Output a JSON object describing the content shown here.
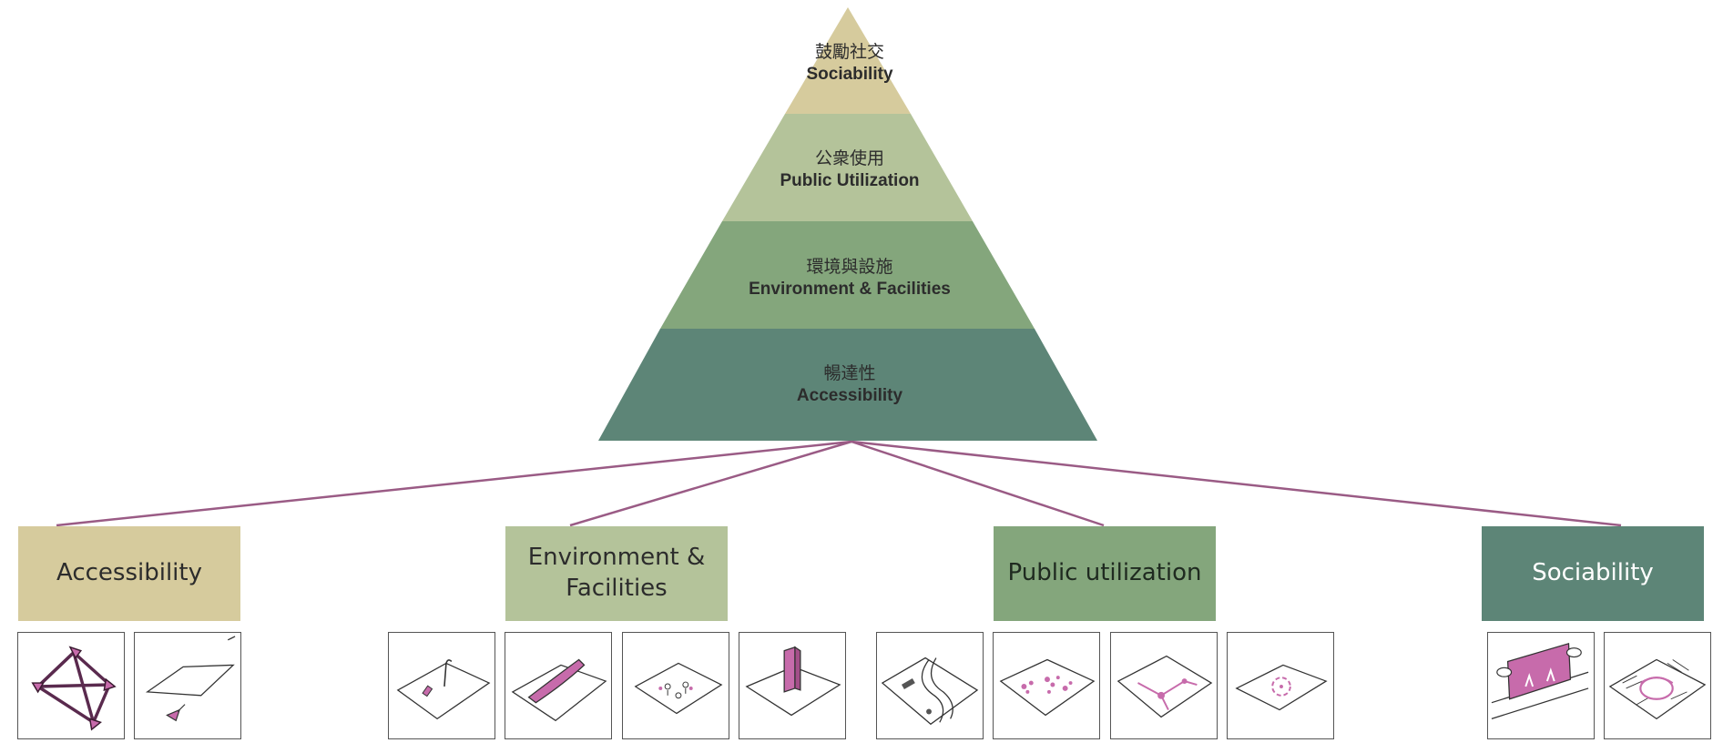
{
  "colors": {
    "tier_top": "#d6cb9d",
    "tier_2": "#b4c39a",
    "tier_3": "#84a67c",
    "tier_base": "#5d8577",
    "connector": "#9a5b85",
    "sketch_accent": "#c76bab"
  },
  "pyramid": {
    "tiers": [
      {
        "zh": "鼓勵社交",
        "en": "Sociability"
      },
      {
        "zh": "公衆使用",
        "en": "Public Utilization"
      },
      {
        "zh": "環境與設施",
        "en": "Environment & Facilities"
      },
      {
        "zh": "暢達性",
        "en": "Accessibility"
      }
    ]
  },
  "categories": [
    {
      "label": "Accessibility",
      "color": "#d6cb9d",
      "text_color": "#2c2c2c"
    },
    {
      "label": "Environment &\nFacilities",
      "color": "#b4c39a",
      "text_color": "#2c2c2c"
    },
    {
      "label": "Public utilization",
      "color": "#84a67c",
      "text_color": "#1f2a20"
    },
    {
      "label": "Sociability",
      "color": "#5d8577",
      "text_color": "#ffffff"
    }
  ],
  "thumbnails": {
    "accessibility": [
      "network-routes-icon",
      "ramp-marker-icon"
    ],
    "environment": [
      "lamp-post-icon",
      "slide-ramp-icon",
      "seating-cluster-icon",
      "kiosk-pillar-icon"
    ],
    "public_utilization": [
      "winding-path-icon",
      "scattered-activity-icon",
      "branching-paths-icon",
      "gathering-circle-icon"
    ],
    "sociability": [
      "event-stage-icon",
      "shaded-plaza-icon"
    ]
  }
}
